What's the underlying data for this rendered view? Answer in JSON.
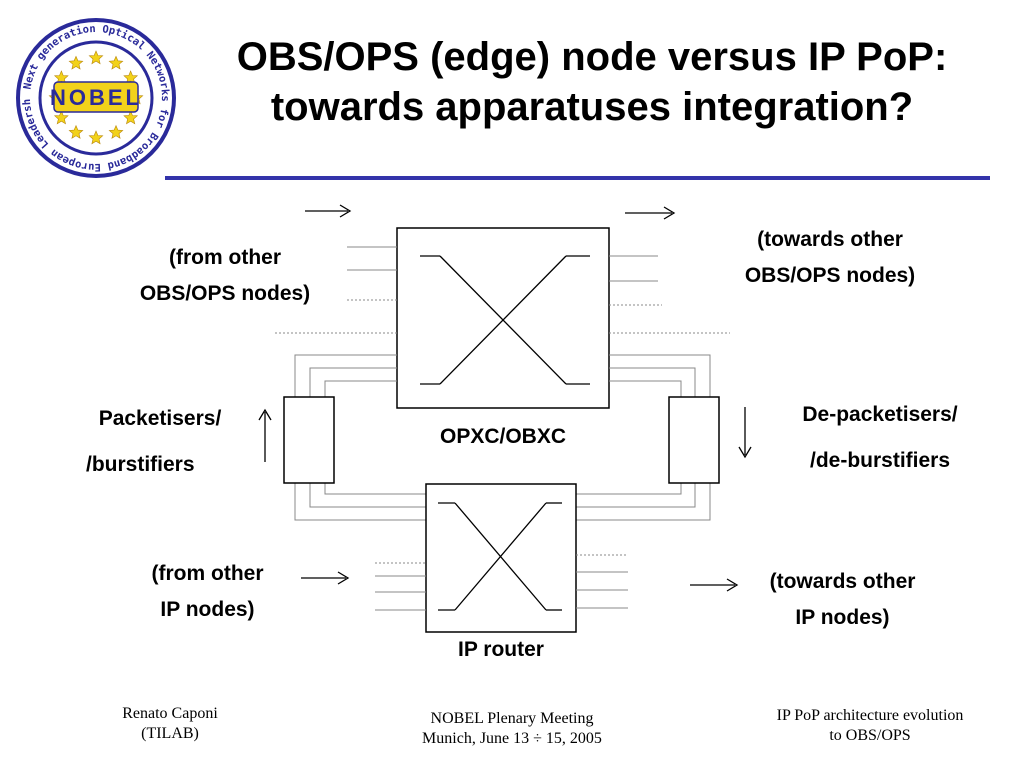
{
  "logo": {
    "ring_text": "Next generation Optical Networks for Broadband European Leadership",
    "center_text": "NOBEL",
    "colors": {
      "ring": "#2a2a9a",
      "fill": "#ffffff",
      "stars": "#f2d21a",
      "badge": "#f2d21a",
      "badge_text": "#2a2a9a"
    }
  },
  "slide": {
    "title_line1": "OBS/OPS (edge) node versus IP PoP:",
    "title_line2": "towards apparatuses integration?",
    "accent_color": "#3333aa"
  },
  "diagram": {
    "from_obs": [
      "(from other",
      "OBS/OPS nodes)"
    ],
    "towards_obs": [
      "(towards other",
      "OBS/OPS nodes)"
    ],
    "packetisers": [
      "Packetisers/",
      "/burstifiers"
    ],
    "depacketisers": [
      "De-packetisers/",
      "/de-burstifiers"
    ],
    "opxc_label": "OPXC/OBXC",
    "from_ip": [
      "(from other",
      "IP nodes)"
    ],
    "towards_ip": [
      "(towards other",
      "IP nodes)"
    ],
    "router_label": "IP router"
  },
  "footer": {
    "author_line1": "Renato Caponi",
    "author_line2": "(TILAB)",
    "meeting_line1": "NOBEL Plenary Meeting",
    "meeting_line2": "Munich, June  13  ÷ 15, 2005",
    "topic_line1": "IP PoP architecture evolution",
    "topic_line2": "to OBS/OPS"
  }
}
